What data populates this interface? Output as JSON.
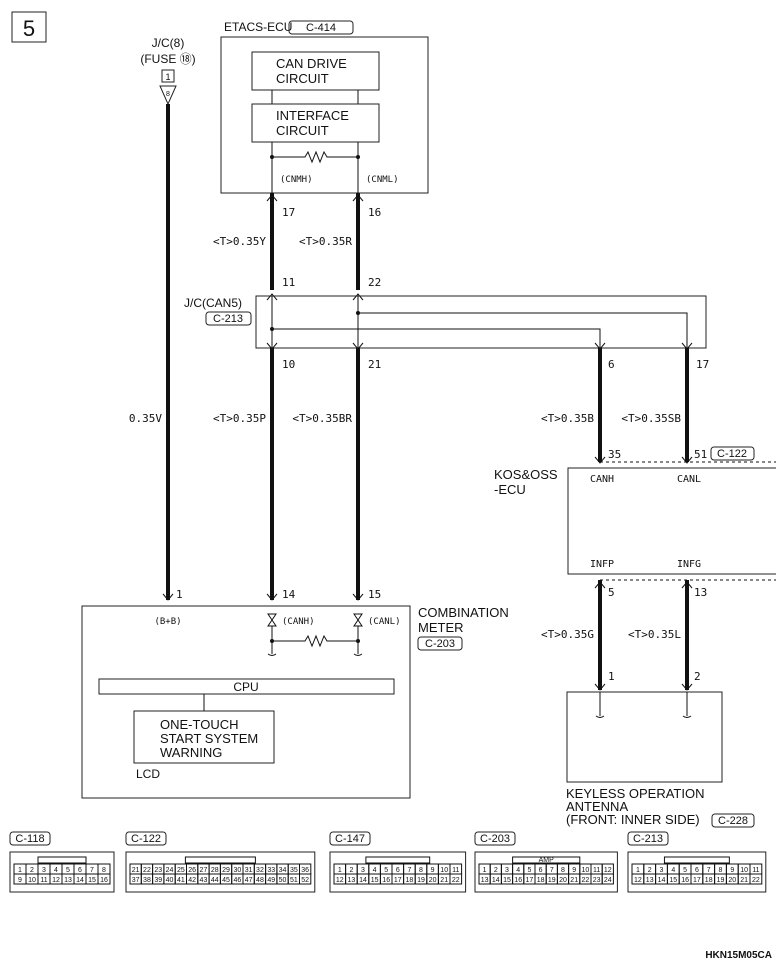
{
  "page_number": "5",
  "footer_code": "HKN15M05CA",
  "fuse": {
    "line1": "J/C(8)",
    "line2": "(FUSE ⑱)",
    "terminal": "1",
    "pin": "8"
  },
  "etacs": {
    "title": "ETACS-ECU",
    "connector": "C-414",
    "block1_line1": "CAN DRIVE",
    "block1_line2": "CIRCUIT",
    "block2_line1": "INTERFACE",
    "block2_line2": "CIRCUIT",
    "sig_h": "(CNMH)",
    "sig_l": "(CNML)",
    "pin_h": "17",
    "pin_l": "16"
  },
  "jc_can5": {
    "line1": "J/C(CAN5)",
    "connector": "C-213",
    "pin_in_h": "11",
    "pin_in_l": "22",
    "pin_out1": "10",
    "pin_out2": "21",
    "pin_out3": "6",
    "pin_out4": "17"
  },
  "wires": {
    "w1": "<T>0.35Y",
    "w2": "<T>0.35R",
    "w3": "0.35V",
    "w4": "<T>0.35P",
    "w5": "<T>0.35BR",
    "w6": "<T>0.35B",
    "w7": "<T>0.35SB",
    "w8": "<T>0.35G",
    "w9": "<T>0.35L"
  },
  "kos": {
    "line1": "KOS&OSS",
    "line2": "-ECU",
    "connector": "C-122",
    "pin_h": "35",
    "pin_l": "51",
    "canh": "CANH",
    "canl": "CANL",
    "infp": "INFP",
    "infg": "INFG",
    "pin_p": "5",
    "pin_g": "13"
  },
  "meter": {
    "line1": "COMBINATION",
    "line2": "METER",
    "connector": "C-203",
    "pin_bb": "1",
    "pin_h": "14",
    "pin_l": "15",
    "sig_bb": "(B+B)",
    "sig_h": "(CANH)",
    "sig_l": "(CANL)",
    "cpu": "CPU",
    "warn_line1": "ONE-TOUCH",
    "warn_line2": "START SYSTEM",
    "warn_line3": "WARNING",
    "lcd": "LCD"
  },
  "antenna": {
    "line1": "KEYLESS OPERATION",
    "line2": "ANTENNA",
    "line3": "(FRONT: INNER SIDE)",
    "connector": "C-228",
    "pin1": "1",
    "pin2": "2"
  },
  "connectors": {
    "c118": {
      "label": "C-118",
      "top": [
        "1",
        "2",
        "3",
        "4",
        "5",
        "6",
        "7",
        "8"
      ],
      "bottom": [
        "9",
        "10",
        "11",
        "12",
        "13",
        "14",
        "15",
        "16"
      ]
    },
    "c122": {
      "label": "C-122",
      "top": [
        "21",
        "22",
        "23",
        "24",
        "25",
        "26",
        "27",
        "28",
        "29",
        "30",
        "31",
        "32",
        "33",
        "34",
        "35",
        "36"
      ],
      "bottom": [
        "37",
        "38",
        "39",
        "40",
        "41",
        "42",
        "43",
        "44",
        "45",
        "46",
        "47",
        "48",
        "49",
        "50",
        "51",
        "52"
      ]
    },
    "c147": {
      "label": "C-147",
      "top": [
        "1",
        "2",
        "3",
        "4",
        "5",
        "6",
        "7",
        "8",
        "9",
        "10",
        "11"
      ],
      "bottom": [
        "12",
        "13",
        "14",
        "15",
        "16",
        "17",
        "18",
        "19",
        "20",
        "21",
        "22"
      ]
    },
    "c203": {
      "label": "C-203",
      "amp": "AMP",
      "top": [
        "1",
        "2",
        "3",
        "4",
        "5",
        "6",
        "7",
        "8",
        "9",
        "10",
        "11",
        "12"
      ],
      "bottom": [
        "13",
        "14",
        "15",
        "16",
        "17",
        "18",
        "19",
        "20",
        "21",
        "22",
        "23",
        "24"
      ]
    },
    "c213": {
      "label": "C-213",
      "top": [
        "1",
        "2",
        "3",
        "4",
        "5",
        "6",
        "7",
        "8",
        "9",
        "10",
        "11"
      ],
      "bottom": [
        "12",
        "13",
        "14",
        "15",
        "16",
        "17",
        "18",
        "19",
        "20",
        "21",
        "22"
      ]
    }
  }
}
